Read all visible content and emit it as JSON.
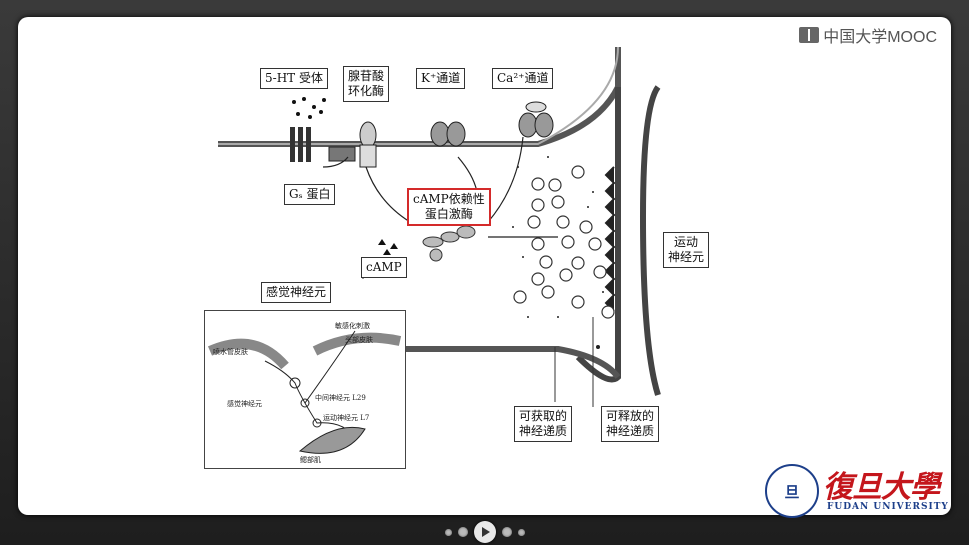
{
  "brand": {
    "mooc": "中国大学MOOC"
  },
  "labels": {
    "receptor": "5-HT 受体",
    "cyclase": "腺苷酸\n环化酶",
    "k_channel": "K⁺通道",
    "ca_channel": "Ca²⁺通道",
    "gs_protein": "Gₛ 蛋白",
    "pka": "cAMP依赖性\n蛋白激酶",
    "camp": "cAMP",
    "sensory_neuron": "感觉神经元",
    "motor_neuron": "运动\n神经元",
    "available_nt": "可获取的\n神经递质",
    "releasable_nt": "可释放的\n神经递质"
  },
  "inset": {
    "siphon_skin": "喷水管皮肤",
    "sensitizing": "敏感化刺激",
    "head_skin": "头部皮肤",
    "sensory": "感觉神经元",
    "interneuron": "中间神经元 L29",
    "motor": "运动神经元 L7",
    "gill": "鳃部肌"
  },
  "university": {
    "cn": "復旦大學",
    "en": "FUDAN UNIVERSITY",
    "seal": "旦"
  },
  "colors": {
    "highlight": "#d42a2a",
    "brand_red": "#c4161c",
    "brand_blue": "#1d3f8a"
  }
}
